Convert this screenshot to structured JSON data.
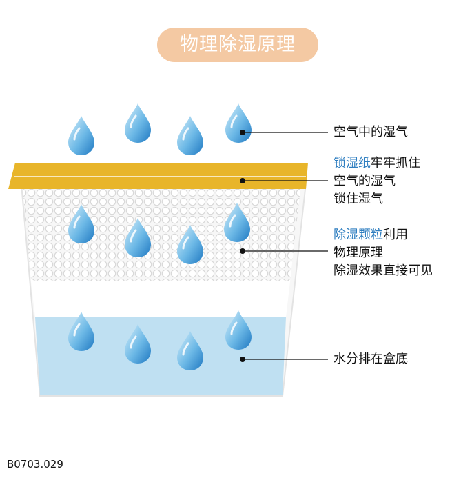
{
  "title": "物理除湿原理",
  "labels": {
    "air_moisture": "空气中的湿气",
    "paper_highlight": "锁湿纸",
    "paper_rest": "牢牢抓住",
    "paper_line2": "空气的湿气",
    "paper_line3": "锁住湿气",
    "granule_highlight": "除湿颗粒",
    "granule_rest": "利用",
    "granule_line2": "物理原理",
    "granule_line3": "除湿效果直接可见",
    "water": "水分排在盒底"
  },
  "product_code": "B0703.029",
  "colors": {
    "title_pill": "#f4c9a3",
    "highlight_text": "#2e7ec0",
    "paper_band": "#e8b52a",
    "water": "#bfe0f2",
    "drop": "#3d9ad6"
  },
  "icons": [
    "water-drop-icon"
  ]
}
